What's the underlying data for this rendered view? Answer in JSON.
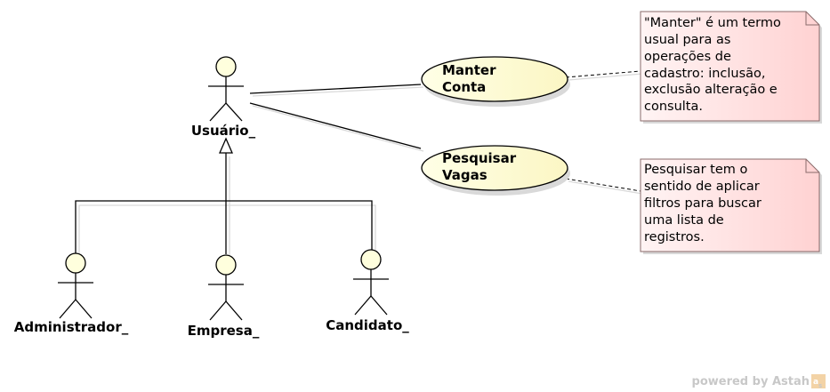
{
  "actors": {
    "usuario": "Usuário_",
    "administrador": "Administrador_",
    "empresa": "Empresa_",
    "candidato": "Candidato_"
  },
  "use_cases": {
    "manter": [
      "Manter",
      "Conta"
    ],
    "pesquisar": [
      "Pesquisar",
      "Vagas"
    ]
  },
  "notes": {
    "manter": [
      "\"Manter\" é um termo",
      "usual para as",
      "operações de",
      "cadastro: inclusão,",
      "exclusão alteração e",
      "consulta."
    ],
    "pesquisar": [
      "Pesquisar tem o",
      "sentido de aplicar",
      "filtros para buscar",
      "uma lista de",
      "registros."
    ]
  },
  "footer": {
    "text": "powered by Astah",
    "logo_icon": "astah-logo-icon"
  },
  "colors": {
    "actor_fill": "#ffffdd",
    "usecase_fill": "#ffffdd",
    "note_fill_light": "#ffffff",
    "note_fill_dark": "#ffd6d6",
    "note_border": "#8a6b6b",
    "footer": "#c8c8c8"
  }
}
